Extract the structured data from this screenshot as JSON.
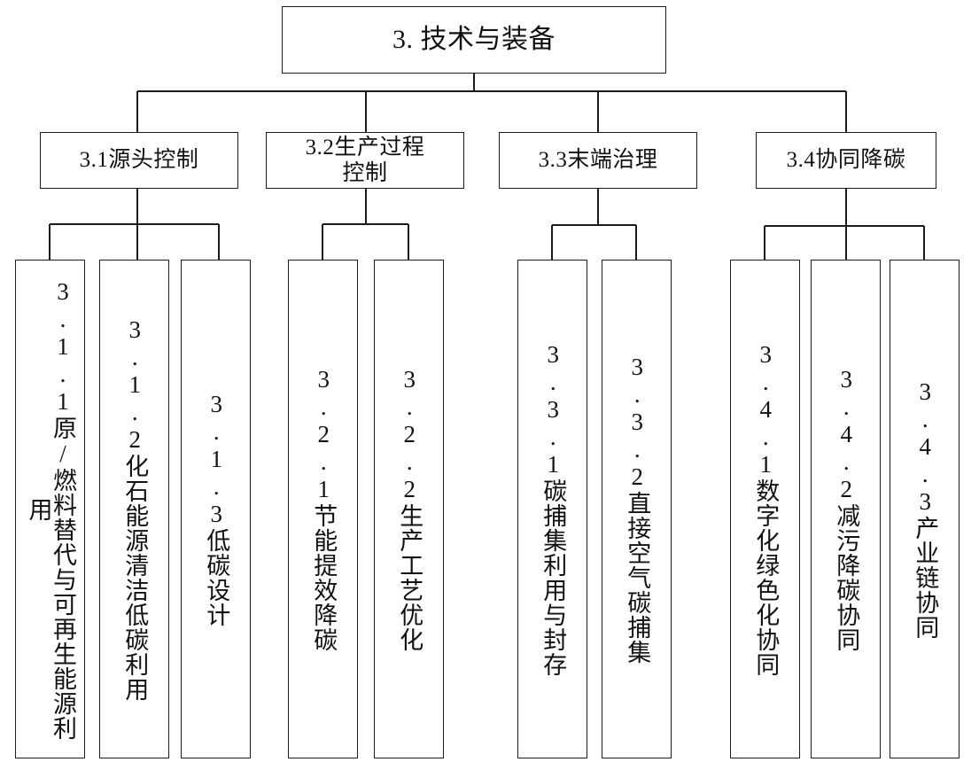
{
  "diagram": {
    "type": "tree",
    "title": "3. 技术与装备",
    "orientation": "top-down",
    "line_color": "#1b1b1b",
    "box_fill": "#ffffff",
    "text_color": "#111111"
  },
  "root": {
    "id": "3",
    "label": "3. 技术与装备"
  },
  "branches": [
    {
      "id": "3.1",
      "label": "3.1源头控制",
      "children": [
        {
          "id": "3.1.1",
          "label": "3.1.1原/燃料替代与可再生能源利用"
        },
        {
          "id": "3.1.2",
          "label": "3.1.2化石能源清洁低碳利用"
        },
        {
          "id": "3.1.3",
          "label": "3.1.3低碳设计"
        }
      ]
    },
    {
      "id": "3.2",
      "label": "3.2生产过程\n控制",
      "children": [
        {
          "id": "3.2.1",
          "label": "3.2.1节能提效降碳"
        },
        {
          "id": "3.2.2",
          "label": "3.2.2生产工艺优化"
        }
      ]
    },
    {
      "id": "3.3",
      "label": "3.3末端治理",
      "children": [
        {
          "id": "3.3.1",
          "label": "3.3.1碳捕集利用与封存"
        },
        {
          "id": "3.3.2",
          "label": "3.3.2直接空气碳捕集"
        }
      ]
    },
    {
      "id": "3.4",
      "label": "3.4协同降碳",
      "children": [
        {
          "id": "3.4.1",
          "label": "3.4.1数字化绿色化协同"
        },
        {
          "id": "3.4.2",
          "label": "3.4.2减污降碳协同"
        },
        {
          "id": "3.4.3",
          "label": "3.4.3产业链协同"
        }
      ]
    }
  ]
}
